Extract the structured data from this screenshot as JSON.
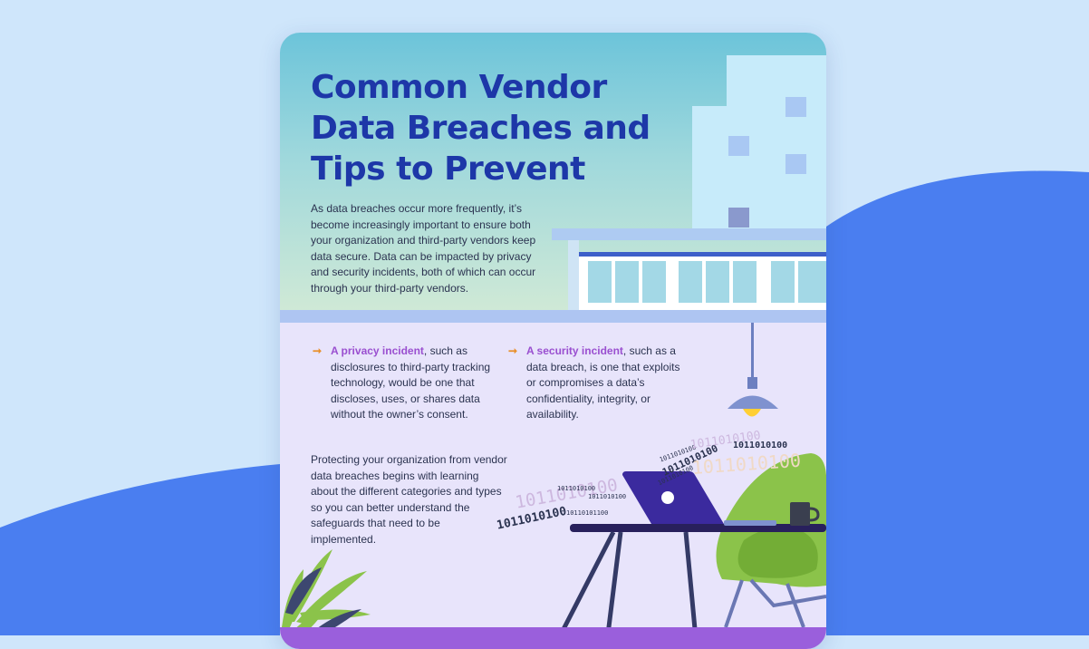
{
  "page": {
    "title": "Common Vendor Data Breaches and Tips to Prevent",
    "intro": "As data breaches occur more frequently, it’s become increasingly important to ensure both your organization and third-party vendors keep data secure. Data can be impacted by privacy and security incidents, both of which can occur through your third-party vendors.",
    "privacy": {
      "keyword": "A privacy incident",
      "text": ", such as disclosures to third-party tracking technology, would be one that discloses, uses, or shares data without the owner’s consent."
    },
    "security": {
      "keyword": "A security incident",
      "text": ", such as a data breach, is one that exploits or compromises a data’s confidentiality, integrity, or availability."
    },
    "protect": "Protecting your organization from vendor data breaches begins with learning about the different categories and types so you can better understand the safeguards that need to be implemented.",
    "bullet_icon": "arrow-right-icon",
    "binary_text": [
      "1011010100",
      "1011010100",
      "1011010100",
      "10110101100",
      "1011010100",
      "1011010100",
      "1011010100",
      "1011010100",
      "1011010100",
      "1011010100",
      "1011010100"
    ]
  },
  "colors": {
    "background": "#cfe6fb",
    "wave": "#4a7ef0",
    "title": "#1d37a8",
    "keyword": "#9a4fd0",
    "arrow": "#e8902b",
    "card_lower": "#e8e4fb",
    "accent_bar": "#9a5fdc"
  }
}
